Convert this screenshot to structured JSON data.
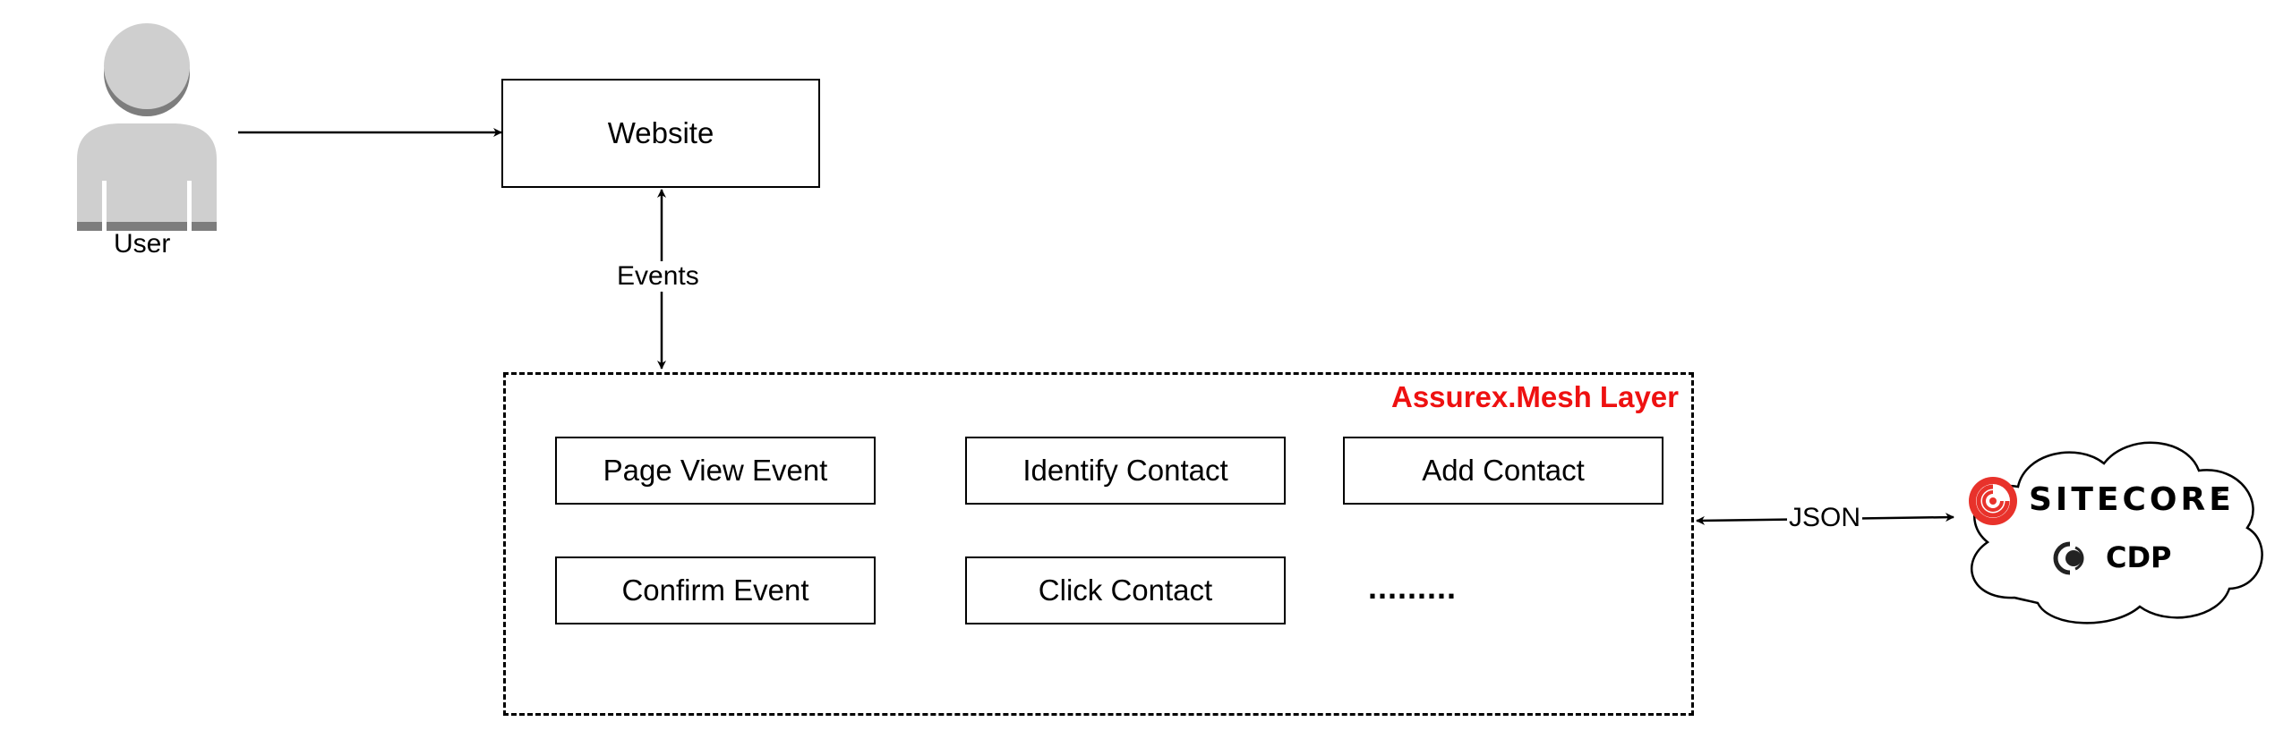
{
  "user": {
    "label": "User"
  },
  "website": {
    "label": "Website"
  },
  "events_link": {
    "label": "Events"
  },
  "mesh_layer": {
    "title": "Assurex.Mesh Layer",
    "items": [
      "Page View Event",
      "Identify Contact",
      "Add Contact",
      "Confirm Event",
      "Click Contact"
    ],
    "ellipsis": "........."
  },
  "json_link": {
    "label": "JSON"
  },
  "cdp": {
    "brand": "SITECORE",
    "trademark": "®",
    "product": "CDP"
  },
  "colors": {
    "mesh_title": "#ee1111",
    "sitecore_red": "#e8322b",
    "user_gray": "#cfcfcf"
  }
}
